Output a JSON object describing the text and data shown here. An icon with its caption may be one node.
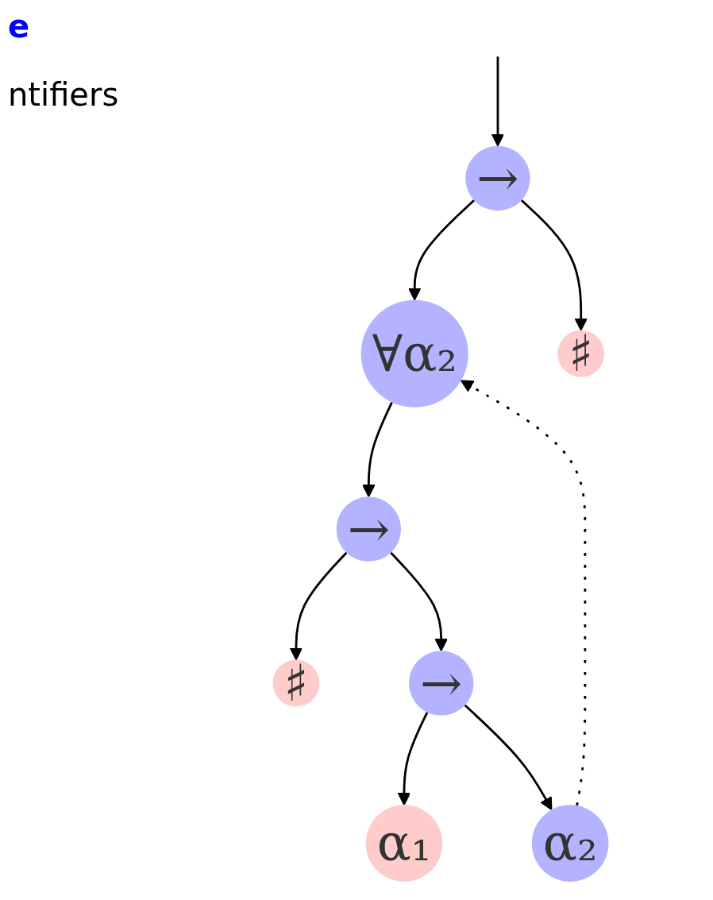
{
  "diagram": {
    "nodes": [
      {
        "text": [
          "→"
        ]
      },
      {
        "text": [
          "∀α₂"
        ]
      },
      {
        "text": [
          "♯"
        ]
      },
      {
        "text": [
          "→"
        ]
      },
      {
        "text": [
          "♯"
        ]
      },
      {
        "text": [
          "→"
        ]
      },
      {
        "text": [
          "α₁"
        ]
      },
      {
        "text": [
          "α₂"
        ]
      }
    ],
    "edges": [
      {
        "from": null,
        "to": 0,
        "arrow": "to"
      },
      {
        "from": 0,
        "to": 1,
        "arrow": "to"
      },
      {
        "from": 0,
        "to": 2,
        "arrow": "to"
      },
      {
        "from": 1,
        "to": 3,
        "arrow": "to"
      },
      {
        "from": 3,
        "to": 5,
        "arrow": "to"
      },
      {
        "from": 3,
        "to": 4,
        "arrow": "to"
      },
      {
        "from": 5,
        "to": 6,
        "arrow": "to"
      },
      {
        "from": 5,
        "to": 7,
        "arrow": "to"
      },
      {
        "from": 7,
        "to": 1,
        "arrow": "to",
        "style": "dashed"
      }
    ],
    "labels": [
      "e",
      "ntifiers"
    ]
  }
}
